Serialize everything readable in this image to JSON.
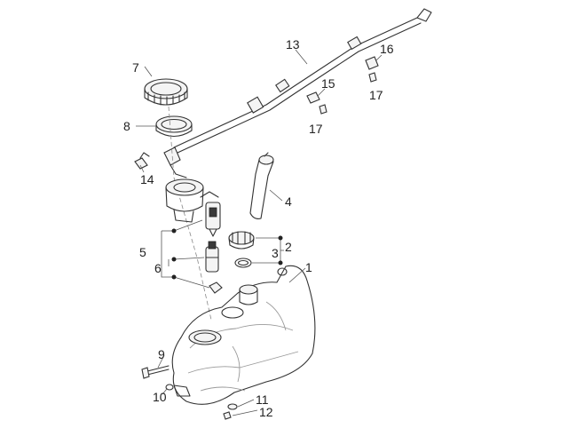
{
  "diagram": {
    "callouts": [
      {
        "id": "1",
        "label": "1"
      },
      {
        "id": "2",
        "label": "2"
      },
      {
        "id": "3",
        "label": "3"
      },
      {
        "id": "4",
        "label": "4"
      },
      {
        "id": "5",
        "label": "5"
      },
      {
        "id": "6",
        "label": "6"
      },
      {
        "id": "7",
        "label": "7"
      },
      {
        "id": "8",
        "label": "8"
      },
      {
        "id": "9",
        "label": "9"
      },
      {
        "id": "10",
        "label": "10"
      },
      {
        "id": "11",
        "label": "11"
      },
      {
        "id": "12",
        "label": "12"
      },
      {
        "id": "13",
        "label": "13"
      },
      {
        "id": "14",
        "label": "14"
      },
      {
        "id": "15",
        "label": "15"
      },
      {
        "id": "16",
        "label": "16"
      },
      {
        "id": "17a",
        "label": "17"
      },
      {
        "id": "17b",
        "label": "17"
      }
    ],
    "colors": {
      "line": "#333333",
      "background": "#ffffff"
    }
  }
}
